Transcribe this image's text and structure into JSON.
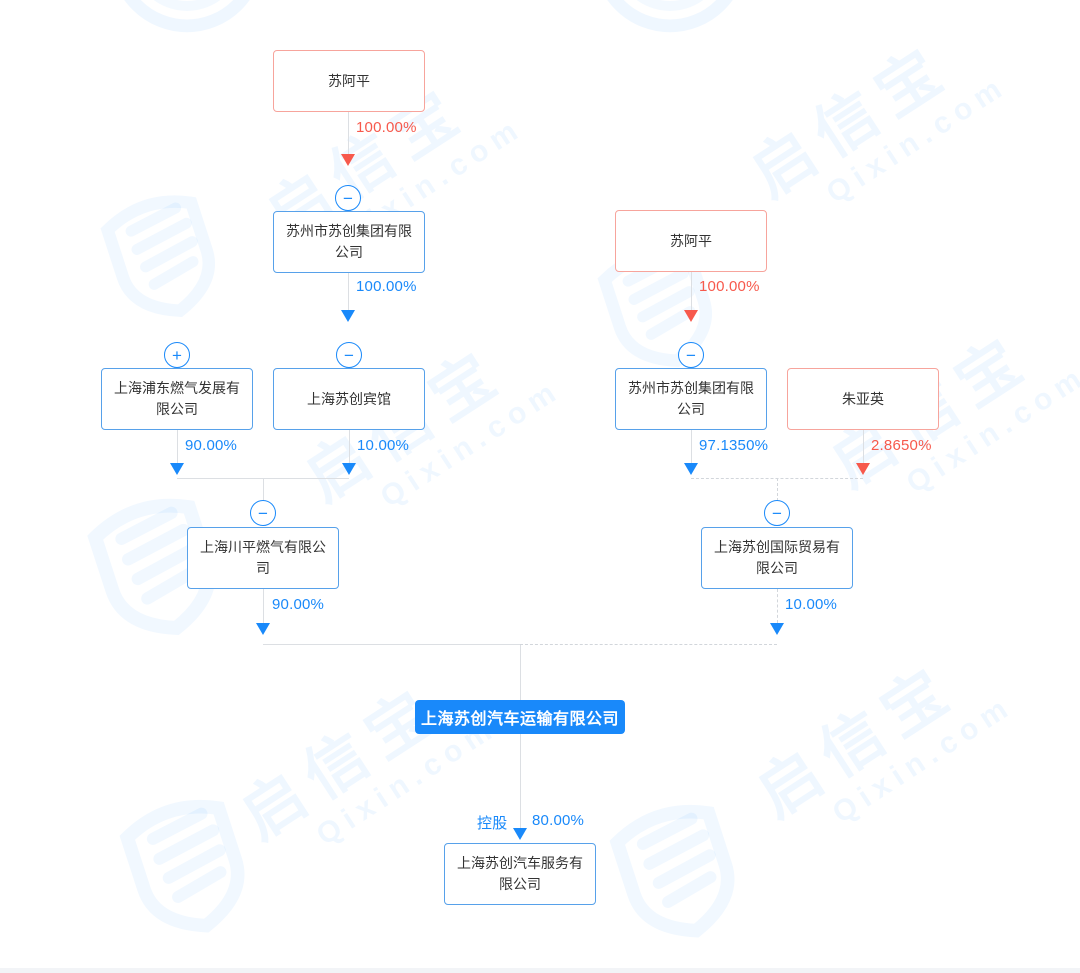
{
  "brand": {
    "name": "启信宝",
    "domain": "Qixin.com"
  },
  "palette": {
    "accent_blue": "#1989fa",
    "accent_red": "#f7594c",
    "blue_box_border": "#57a1ea",
    "red_box_border": "#f7a49c",
    "line_gray": "#dcdfe3",
    "watermark_blue": "rgba(25,137,250,0.07)",
    "box_text": "#333333"
  },
  "icons": {
    "plus_badge": "+",
    "minus_badge": "−"
  },
  "nodes": {
    "person_left": {
      "label": "苏阿平",
      "type": "person"
    },
    "group_left": {
      "label": "苏州市苏创集团有限公司",
      "type": "company",
      "badge": "minus"
    },
    "pudong_gas": {
      "label": "上海浦东燃气发展有限公司",
      "type": "company",
      "badge": "plus"
    },
    "suchuang_hotel": {
      "label": "上海苏创宾馆",
      "type": "company",
      "badge": "minus"
    },
    "chuanping_gas": {
      "label": "上海川平燃气有限公司",
      "type": "company",
      "badge": "minus"
    },
    "person_right": {
      "label": "苏阿平",
      "type": "person"
    },
    "group_right": {
      "label": "苏州市苏创集团有限公司",
      "type": "company",
      "badge": "minus"
    },
    "zhu_yaying": {
      "label": "朱亚英",
      "type": "person"
    },
    "intl_trade": {
      "label": "上海苏创国际贸易有限公司",
      "type": "company",
      "badge": "minus"
    },
    "target_company": {
      "label": "上海苏创汽车运输有限公司",
      "type": "target"
    },
    "auto_service": {
      "label": "上海苏创汽车服务有限公司",
      "type": "company"
    }
  },
  "edges": {
    "person_left_to_group_left": {
      "percent": "100.00%",
      "style": "red"
    },
    "group_left_to_hotel": {
      "percent": "100.00%",
      "style": "blue"
    },
    "pudong_to_chuanping": {
      "percent": "90.00%",
      "style": "blue"
    },
    "hotel_to_chuanping": {
      "percent": "10.00%",
      "style": "blue"
    },
    "chuanping_to_target": {
      "percent": "90.00%",
      "style": "blue"
    },
    "person_right_to_group_right": {
      "percent": "100.00%",
      "style": "red"
    },
    "group_right_to_intl": {
      "percent": "97.1350%",
      "style": "blue"
    },
    "zhu_to_intl": {
      "percent": "2.8650%",
      "style": "red"
    },
    "intl_to_target": {
      "percent": "10.00%",
      "style": "blue"
    },
    "target_to_service": {
      "relation": "控股",
      "percent": "80.00%",
      "style": "blue"
    }
  }
}
